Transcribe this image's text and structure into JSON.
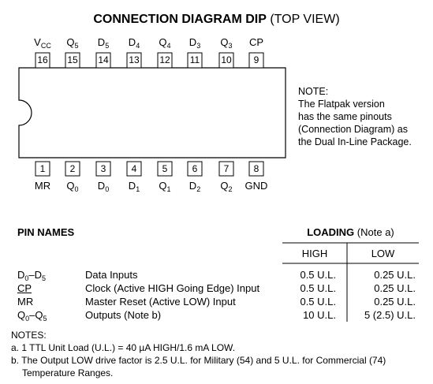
{
  "title_bold": "CONNECTION DIAGRAM DIP",
  "title_normal": "(TOP VIEW)",
  "top_pins": [
    {
      "num": "16",
      "base": "V",
      "sub": "CC"
    },
    {
      "num": "15",
      "base": "Q",
      "sub": "5"
    },
    {
      "num": "14",
      "base": "D",
      "sub": "5"
    },
    {
      "num": "13",
      "base": "D",
      "sub": "4"
    },
    {
      "num": "12",
      "base": "Q",
      "sub": "4"
    },
    {
      "num": "11",
      "base": "D",
      "sub": "3"
    },
    {
      "num": "10",
      "base": "Q",
      "sub": "3"
    },
    {
      "num": "9",
      "base": "CP",
      "sub": ""
    }
  ],
  "bottom_pins": [
    {
      "num": "1",
      "base": "MR",
      "sub": ""
    },
    {
      "num": "2",
      "base": "Q",
      "sub": "0"
    },
    {
      "num": "3",
      "base": "D",
      "sub": "0"
    },
    {
      "num": "4",
      "base": "D",
      "sub": "1"
    },
    {
      "num": "5",
      "base": "Q",
      "sub": "1"
    },
    {
      "num": "6",
      "base": "D",
      "sub": "2"
    },
    {
      "num": "7",
      "base": "Q",
      "sub": "2"
    },
    {
      "num": "8",
      "base": "GND",
      "sub": ""
    }
  ],
  "note": {
    "heading": "NOTE:",
    "lines": [
      "The Flatpak version",
      "has the same pinouts",
      "(Connection Diagram) as",
      "the Dual In-Line Package."
    ]
  },
  "pin_names": {
    "heading": "PIN NAMES",
    "rows": [
      {
        "name_base": "D",
        "name_sub": "0",
        "name_sep": "–D",
        "name_sub2": "5",
        "description": "Data Inputs",
        "high": "0.5 U.L.",
        "low": "0.25 U.L."
      },
      {
        "name_base": "CP",
        "name_sub": "",
        "name_sep": "",
        "name_sub2": "",
        "description": "Clock (Active HIGH Going Edge) Input",
        "high": "0.5 U.L.",
        "low": "0.25 U.L."
      },
      {
        "name_base": "MR",
        "name_sub": "",
        "name_sep": "",
        "name_sub2": "",
        "description": "Master Reset (Active LOW) Input",
        "high": "0.5 U.L.",
        "low": "0.25 U.L."
      },
      {
        "name_base": "Q",
        "name_sub": "0",
        "name_sep": "–Q",
        "name_sub2": "5",
        "description": "Outputs (Note b)",
        "high": "10 U.L.",
        "low": "5 (2.5) U.L."
      }
    ]
  },
  "loading": {
    "heading_bold": "LOADING",
    "heading_normal": "(Note a)",
    "col_high": "HIGH",
    "col_low": "LOW"
  },
  "notes": {
    "heading": "NOTES:",
    "a": "a. 1 TTL Unit Load (U.L.) = 40 µA HIGH/1.6 mA LOW.",
    "b1": "b. The Output LOW drive factor is 2.5 U.L. for Military (54) and 5 U.L. for Commercial (74)",
    "b2": "Temperature Ranges."
  }
}
